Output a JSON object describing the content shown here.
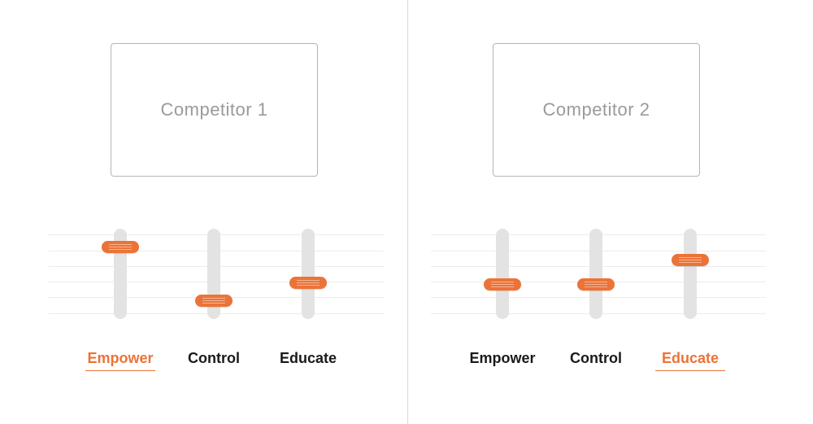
{
  "colors": {
    "accent": "#ec7337",
    "track": "#e3e3e3",
    "label": "#1a1a1a",
    "muted": "#9a9a9a"
  },
  "panels": [
    {
      "title": "Competitor 1",
      "sliders": [
        {
          "label": "Empower",
          "level": 0.92,
          "active": true
        },
        {
          "label": "Control",
          "level": 0.08,
          "active": false
        },
        {
          "label": "Educate",
          "level": 0.36,
          "active": false
        }
      ]
    },
    {
      "title": "Competitor 2",
      "sliders": [
        {
          "label": "Empower",
          "level": 0.34,
          "active": false
        },
        {
          "label": "Control",
          "level": 0.34,
          "active": false
        },
        {
          "label": "Educate",
          "level": 0.72,
          "active": true
        }
      ]
    }
  ]
}
